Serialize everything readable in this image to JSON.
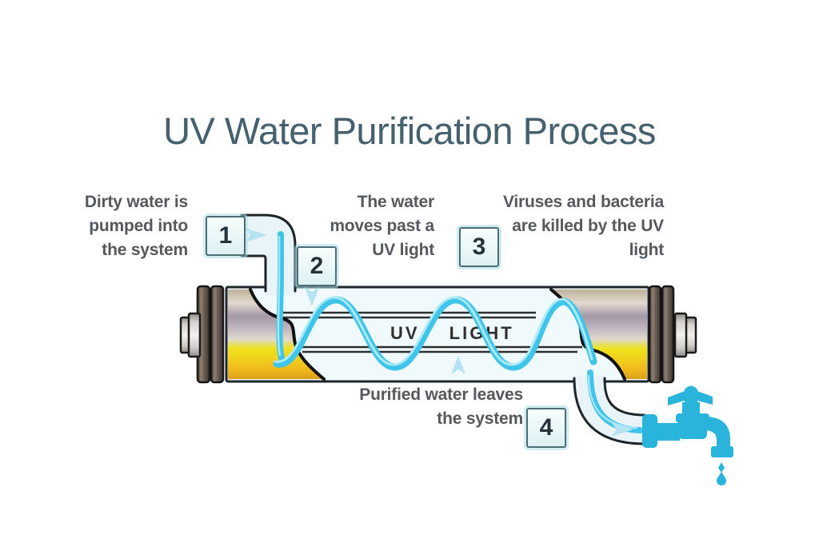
{
  "title": "UV Water Purification Process",
  "steps": [
    {
      "number": "1",
      "label": "Dirty water is\npumped into\nthe system"
    },
    {
      "number": "2",
      "label": "The water\nmoves past a\nUV light"
    },
    {
      "number": "3",
      "label": "Viruses and bacteria\nare killed by the UV\nlight"
    },
    {
      "number": "4",
      "label": "Purified water leaves\nthe system"
    }
  ],
  "device": {
    "lamp_label": "UV LIGHT"
  },
  "icons": {
    "faucet": "faucet-icon",
    "water_drop": "water-drop-icon",
    "flow_arrows": "flow-arrow-icon"
  },
  "colors": {
    "title_text": "#45606e",
    "body_text": "#55595e",
    "accent": "#3fc5e9",
    "faucet": "#29b4dc",
    "gold": "#f2cc1d",
    "ink": "#1c262b",
    "badge_border": "#4a6e74"
  }
}
